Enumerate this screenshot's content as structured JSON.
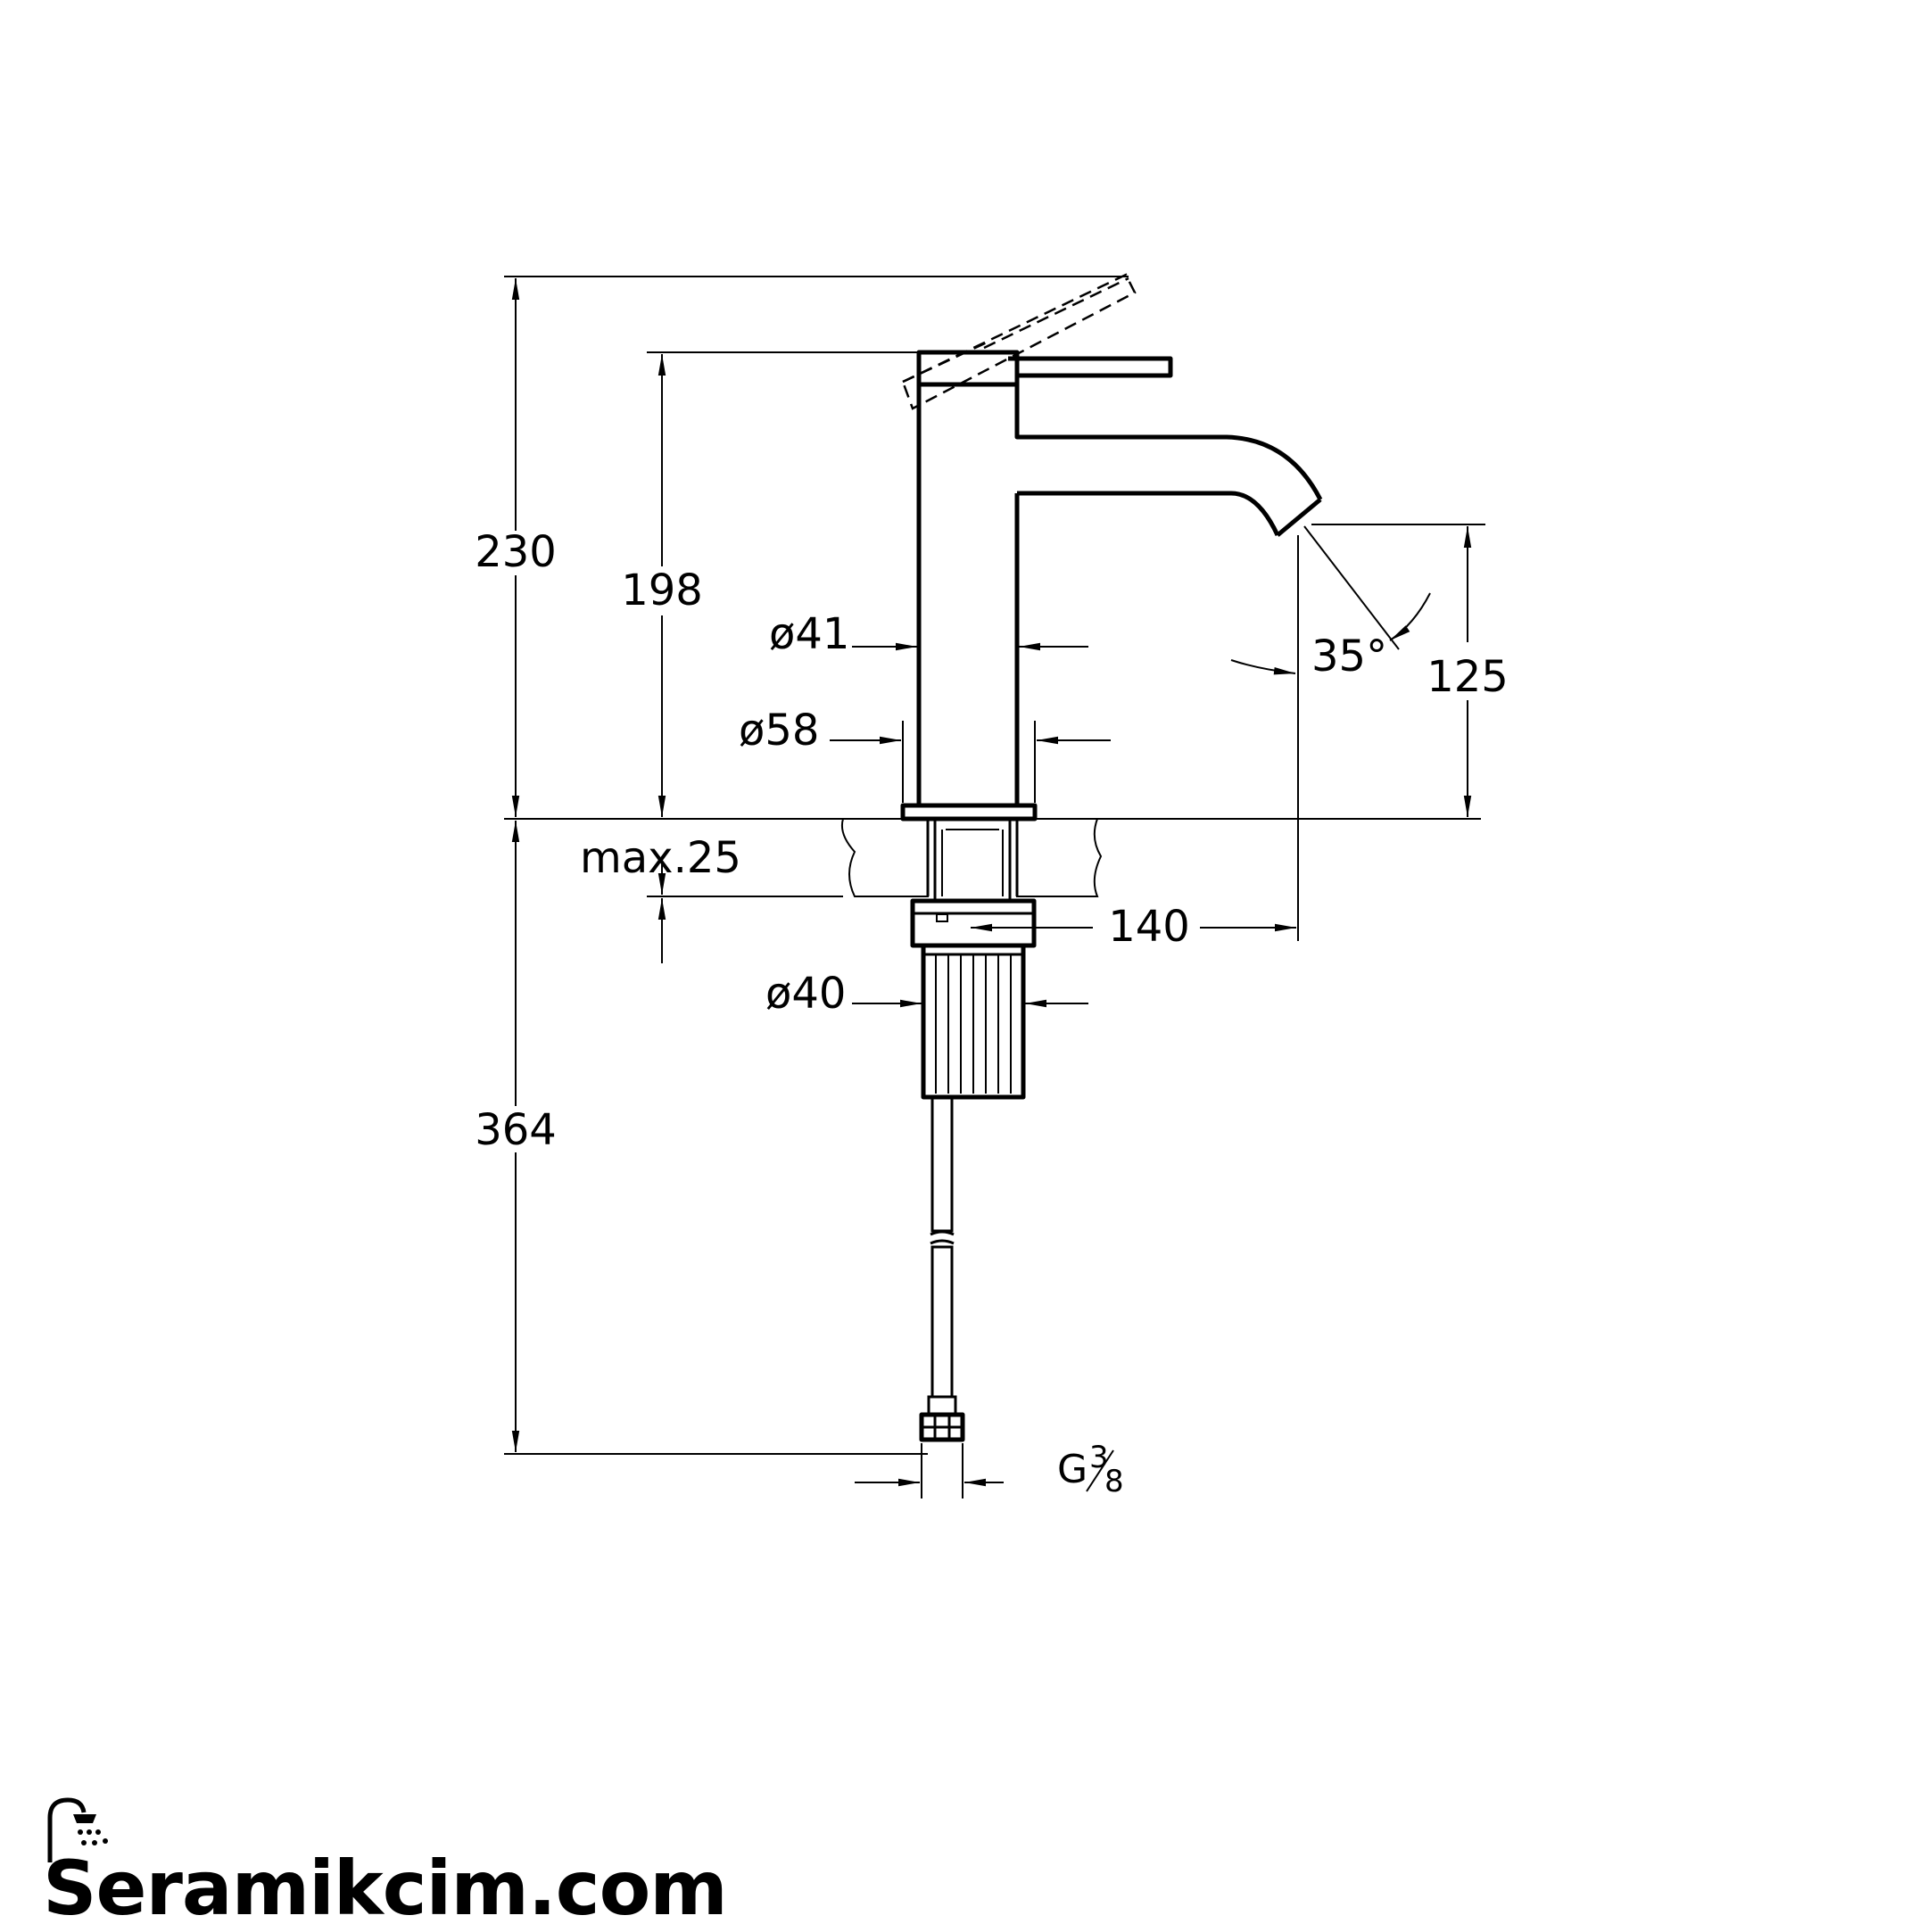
{
  "drawing": {
    "dimensions": {
      "total_height": "230",
      "body_height": "198",
      "outlet_height": "125",
      "spout_reach": "140",
      "below_counter": "364",
      "max_counter_thickness": "max.25",
      "body_diameter": "ø41",
      "base_diameter": "ø58",
      "fixing_diameter": "ø40",
      "spray_angle": "35°",
      "connection_prefix": "G",
      "connection_num": "3",
      "connection_den": "8"
    }
  },
  "brand": {
    "name": "Seramikcim.com",
    "icon": "shower-icon"
  }
}
